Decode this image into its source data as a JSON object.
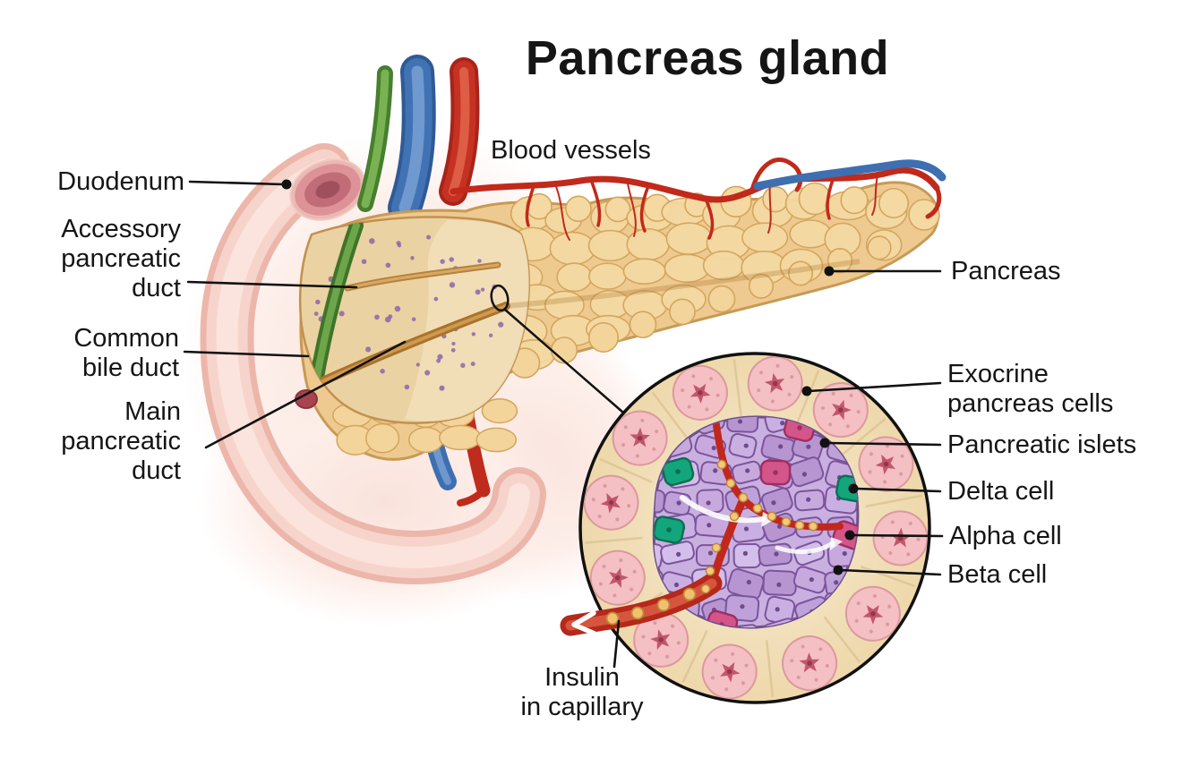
{
  "figure": {
    "title": "Pancreas gland"
  },
  "labels": {
    "duodenum": "Duodenum",
    "accessory_pancreatic_duct": "Accessory\npancreatic\nduct",
    "blood_vessels": "Blood vessels",
    "common_bile_duct": "Common\nbile duct",
    "main_pancreatic_duct": "Main\npancreatic\nduct",
    "pancreas": "Pancreas",
    "exocrine_pancreas_cells": "Exocrine\npancreas cells",
    "pancreatic_islets": "Pancreatic islets",
    "delta_cell": "Delta cell",
    "alpha_cell": "Alpha cell",
    "beta_cell": "Beta cell",
    "insulin_in_capillary": "Insulin\nin capillary"
  },
  "colors": {
    "pancreas_fill": "#eeca90",
    "pancreas_lobule": "#f5d9a2",
    "duodenum_pink": "#f7d4cb",
    "artery_red": "#c0281c",
    "vein_blue": "#3e6fb0",
    "bile_duct_green": "#5f9e3e",
    "islet_purple": "#c9b0e0",
    "alpha_cell_pink": "#d4558a",
    "delta_cell_green": "#13a57c",
    "insulin_yellow": "#f3c06d",
    "exocrine_pink": "#f4c0c3",
    "line_black": "#111111"
  }
}
